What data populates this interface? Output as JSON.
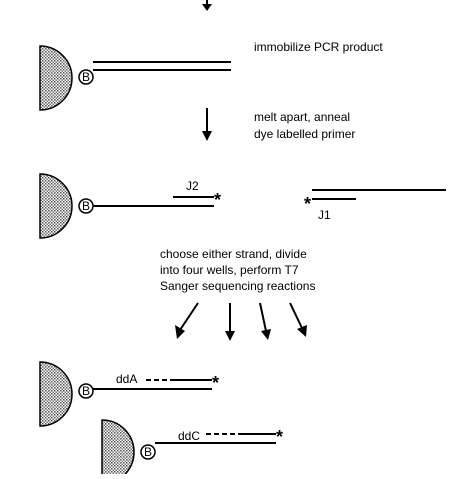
{
  "steps": {
    "immobilize": "immobilize PCR product",
    "melt_line1": "melt apart, anneal",
    "melt_line2": "dye labelled primer",
    "choose_line1": "choose either strand, divide",
    "choose_line2": "into four wells, perform T7",
    "choose_line3": "Sanger sequencing reactions"
  },
  "primers": {
    "j2": "J2",
    "j1": "J1"
  },
  "bead_label": "B",
  "reactions": {
    "dda": "ddA",
    "ddc": "ddC"
  },
  "mark": "*"
}
